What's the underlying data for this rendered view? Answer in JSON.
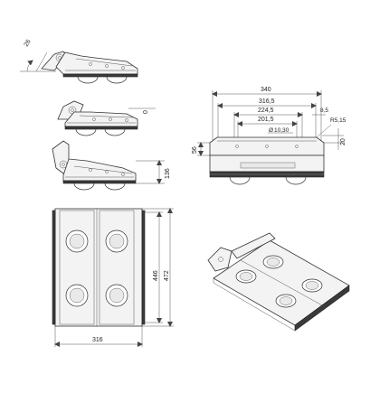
{
  "side_views": {
    "angle_label": "26",
    "zero_label": "0",
    "height_label": "136"
  },
  "front_view": {
    "width_340": "340",
    "width_316_5": "316,5",
    "width_224_5": "224,5",
    "width_201_5": "201,5",
    "slot_label": "10,30",
    "slot_symbol": "Ø",
    "dim_8_5": "8,5",
    "radius_label": "R5,15",
    "height_56": "56",
    "height_20": "20"
  },
  "top_view": {
    "length_446": "446",
    "length_472": "472",
    "width_316": "316"
  }
}
